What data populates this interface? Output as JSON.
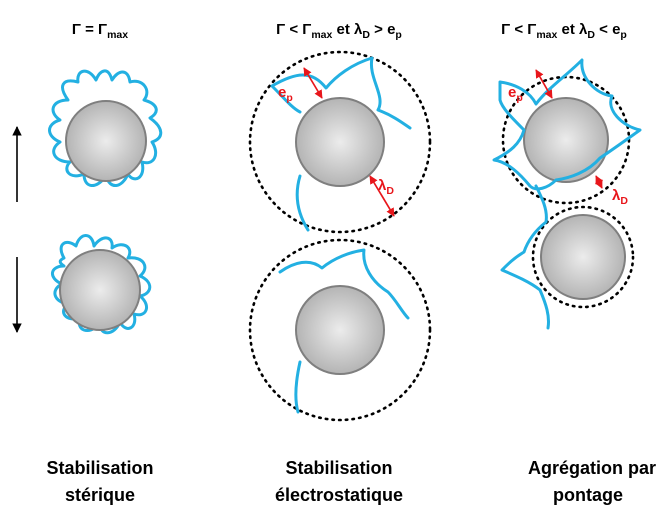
{
  "columns": [
    {
      "header": {
        "gamma": "Γ",
        "eq": " = ",
        "gamma2": "Γ",
        "max_sub": "max"
      },
      "label": [
        "Stabilisation",
        "stérique"
      ]
    },
    {
      "header": {
        "gamma": "Γ",
        "lt": " < ",
        "gamma2": "Γ",
        "max_sub": "max",
        "et": " et ",
        "lambda": "λ",
        "d_sub": "D",
        "cmp": " > ",
        "e": "e",
        "p_sub": "p"
      },
      "label": [
        "Stabilisation",
        "électrostatique"
      ]
    },
    {
      "header": {
        "gamma": "Γ",
        "lt": " < ",
        "gamma2": "Γ",
        "max_sub": "max",
        "et": " et ",
        "lambda": "λ",
        "d_sub": "D",
        "cmp": " < ",
        "e": "e",
        "p_sub": "p"
      },
      "label": [
        "Agrégation par",
        "pontage"
      ]
    }
  ],
  "annotations": {
    "ep_letter": "e",
    "ep_sub": "p",
    "lambda_letter": "λ",
    "lambda_sub": "D"
  },
  "colors": {
    "polymer": "#23b0e2",
    "annotation": "#e8161b",
    "particle_center": "#ececec",
    "particle_edge": "#b4b4b4",
    "particle_outline": "#7f7f7f"
  }
}
